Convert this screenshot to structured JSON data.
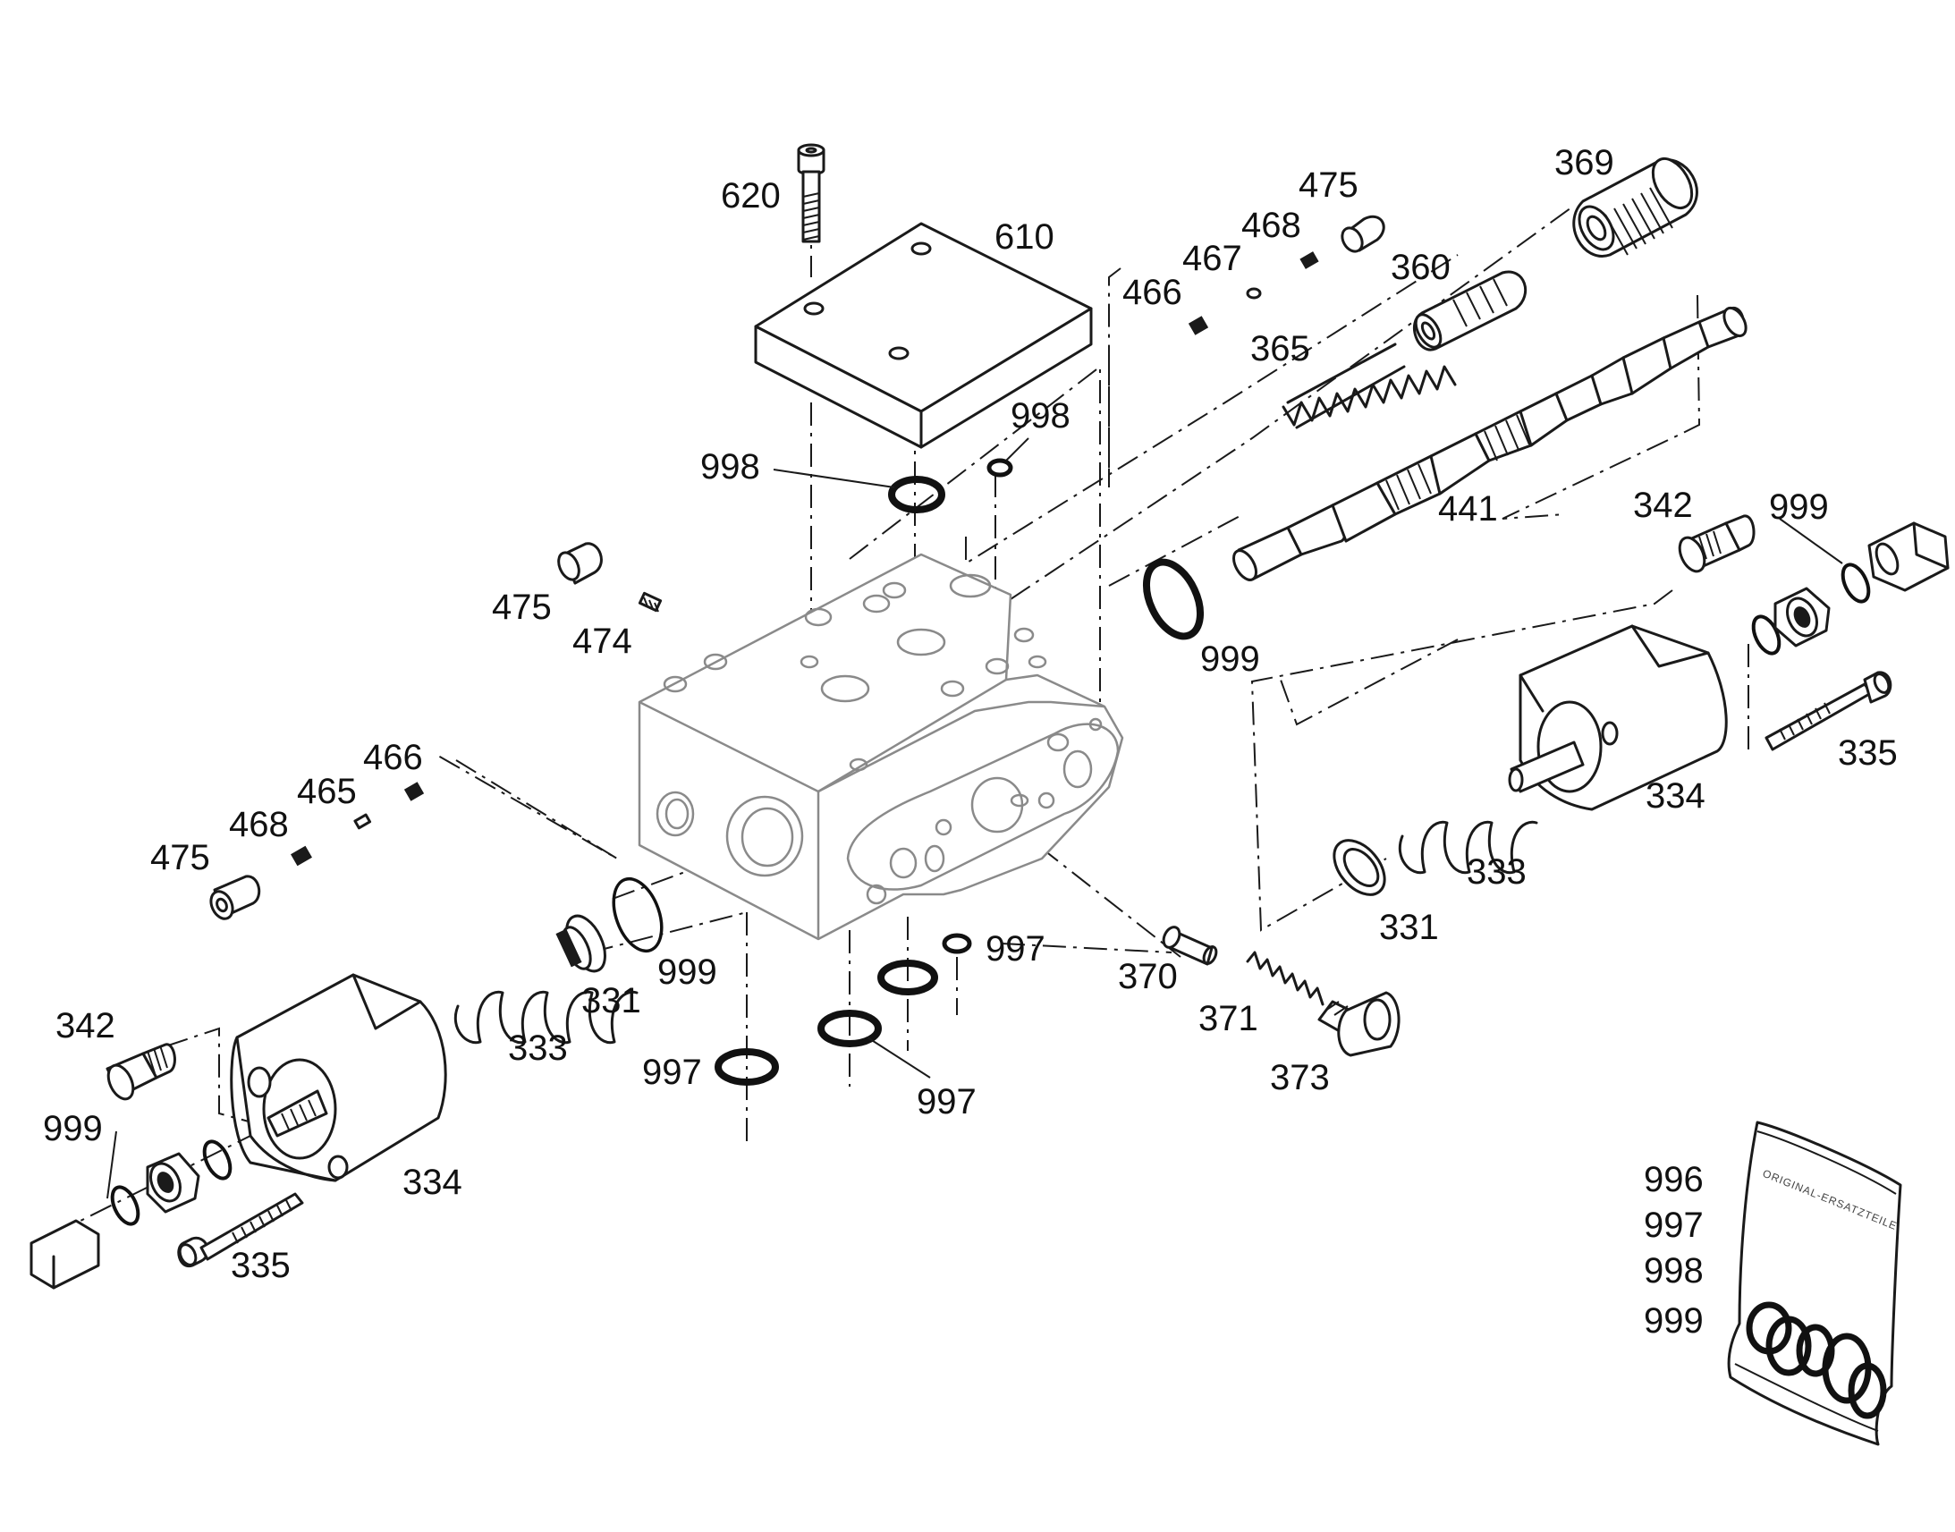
{
  "labels": {
    "l620": "620",
    "l610": "610",
    "l475a": "475",
    "l468a": "468",
    "l467": "467",
    "l466a": "466",
    "l369": "369",
    "l360": "360",
    "l365": "365",
    "l998a": "998",
    "l998b": "998",
    "l441": "441",
    "l342a": "342",
    "l999a": "999",
    "l475b": "475",
    "l474": "474",
    "l999b": "999",
    "l335a": "335",
    "l334a": "334",
    "l333a": "333",
    "l331a": "331",
    "l466b": "466",
    "l465": "465",
    "l468b": "468",
    "l475c": "475",
    "l999c": "999",
    "l331b": "331",
    "l333b": "333",
    "l997a": "997",
    "l997b": "997",
    "l997c": "997",
    "l370": "370",
    "l371": "371",
    "l373": "373",
    "l342b": "342",
    "l999d": "999",
    "l334b": "334",
    "l335b": "335",
    "l996": "996",
    "l997d": "997",
    "l998c": "998",
    "l999e": "999"
  },
  "bag": {
    "text": "ORIGINAL-ERSATZTEILE"
  }
}
